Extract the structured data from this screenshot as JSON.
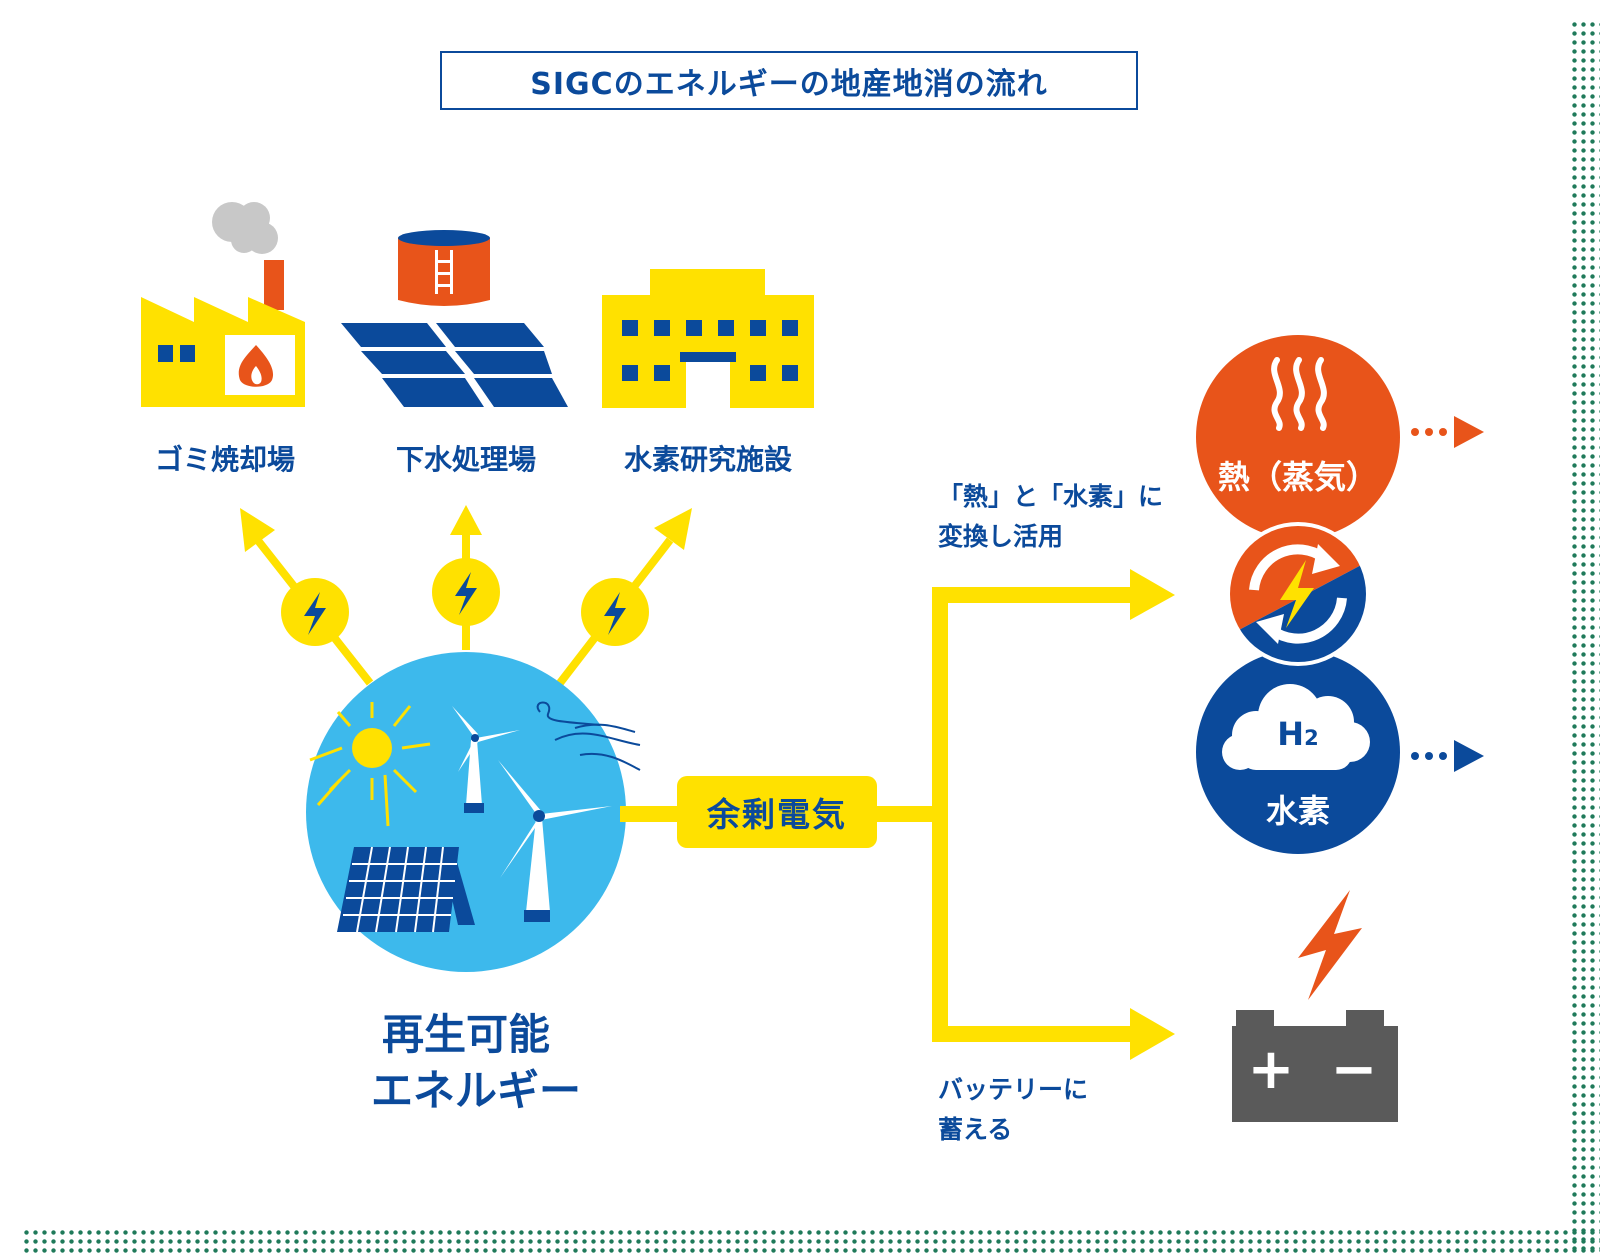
{
  "title": "SIGCのエネルギーの地産地消の流れ",
  "facilities": [
    {
      "label": "ゴミ焼却場",
      "icon": "garbage-incinerator-icon"
    },
    {
      "label": "下水処理場",
      "icon": "sewage-treatment-plant-icon"
    },
    {
      "label": "水素研究施設",
      "icon": "hydrogen-research-facility-icon"
    }
  ],
  "source": {
    "line1": "再生可能",
    "line2": "エネルギー",
    "icon": "renewable-energy-globe-icon"
  },
  "surplus_label": "余剰電気",
  "branches": {
    "convert_note": {
      "line1": "「熱」と「水素」に",
      "line2": "変換し活用"
    },
    "battery_note": {
      "line1": "バッテリーに",
      "line2": "蓄える"
    }
  },
  "outputs": {
    "heat": {
      "label": "熱（蒸気）",
      "icon": "steam-heat-icon"
    },
    "convert": {
      "icon": "energy-conversion-cycle-icon"
    },
    "hydrogen": {
      "symbol": "H",
      "subscript": "2",
      "label": "水素",
      "icon": "hydrogen-cloud-icon"
    },
    "battery": {
      "plus": "+",
      "minus": "−",
      "icon": "battery-icon"
    }
  },
  "colors": {
    "navy": "#0b4a9b",
    "yellow": "#ffe100",
    "orange": "#e8541a",
    "sky": "#3db9ec",
    "gray": "#5a5a5a",
    "dots": "#1f7a5a"
  }
}
